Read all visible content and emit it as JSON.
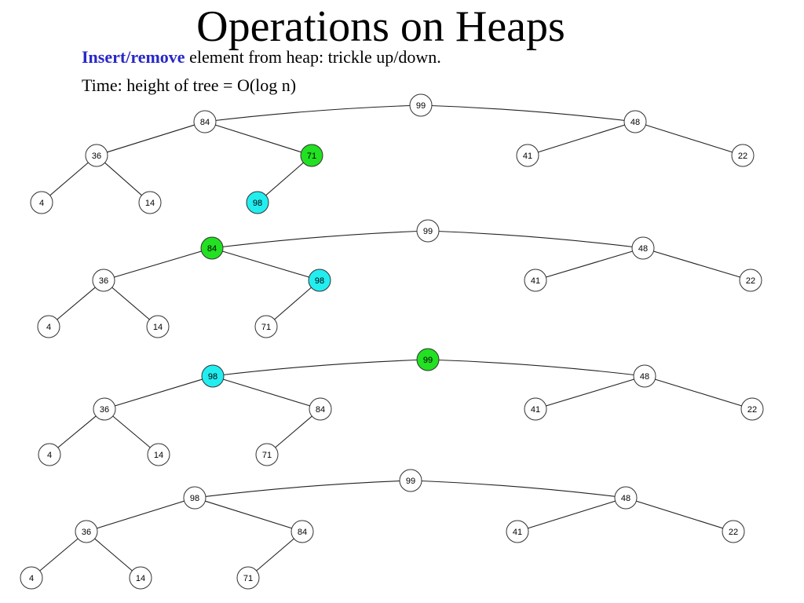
{
  "slide": {
    "title": "Operations on Heaps",
    "line1_keyword": "Insert/remove",
    "line1_rest": " element from heap: trickle up/down.",
    "line2": "Time: height of tree = O(log n)"
  },
  "colors": {
    "highlight_green": "#22e022",
    "highlight_cyan": "#22eef0",
    "keyword_blue": "#2828c8"
  },
  "heap_steps": [
    {
      "nodes": [
        "99",
        "84",
        "48",
        "36",
        "71",
        "41",
        "22",
        "4",
        "14",
        "98"
      ],
      "green": "71",
      "cyan": "98"
    },
    {
      "nodes": [
        "99",
        "84",
        "48",
        "36",
        "98",
        "41",
        "22",
        "4",
        "14",
        "71"
      ],
      "green": "84",
      "cyan": "98"
    },
    {
      "nodes": [
        "99",
        "98",
        "48",
        "36",
        "84",
        "41",
        "22",
        "4",
        "14",
        "71"
      ],
      "green": "99",
      "cyan": "98"
    },
    {
      "nodes": [
        "99",
        "98",
        "48",
        "36",
        "84",
        "41",
        "22",
        "4",
        "14",
        "71"
      ],
      "green": "",
      "cyan": ""
    }
  ]
}
